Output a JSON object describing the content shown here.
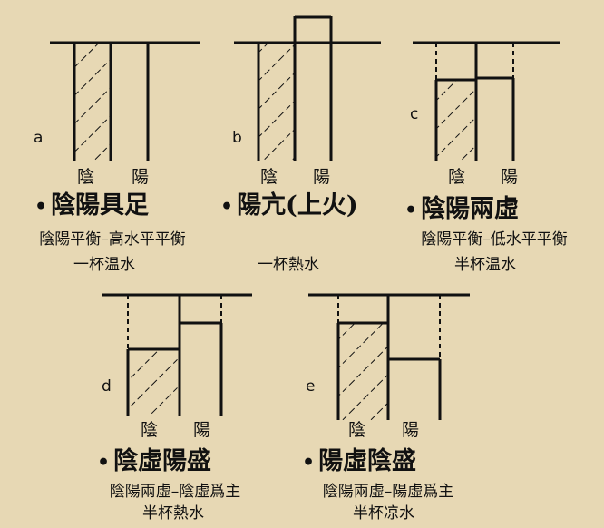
{
  "panels": [
    {
      "letter": "a",
      "yin": "陰",
      "yang": "陽",
      "bullet": "•",
      "title": "陰陽具足",
      "desc": "陰陽平衡–高水平平衡",
      "cup": "一杯温水"
    },
    {
      "letter": "b",
      "yin": "陰",
      "yang": "陽",
      "bullet": "•",
      "title": "陽亢(上火)",
      "desc": "",
      "cup": "一杯熱水"
    },
    {
      "letter": "c",
      "yin": "陰",
      "yang": "陽",
      "bullet": "•",
      "title": "陰陽兩虛",
      "desc": "陰陽平衡–低水平平衡",
      "cup": "半杯温水"
    },
    {
      "letter": "d",
      "yin": "陰",
      "yang": "陽",
      "bullet": "•",
      "title": "陰虛陽盛",
      "desc": "陰陽兩虛–陰虛爲主",
      "cup": "半杯熱水"
    },
    {
      "letter": "e",
      "yin": "陰",
      "yang": "陽",
      "bullet": "•",
      "title": "陽虛陰盛",
      "desc": "陰陽兩虛–陽虛爲主",
      "cup": "半杯凉水"
    }
  ],
  "colors": {
    "background": "#e7d8b4",
    "ink": "#111111"
  }
}
